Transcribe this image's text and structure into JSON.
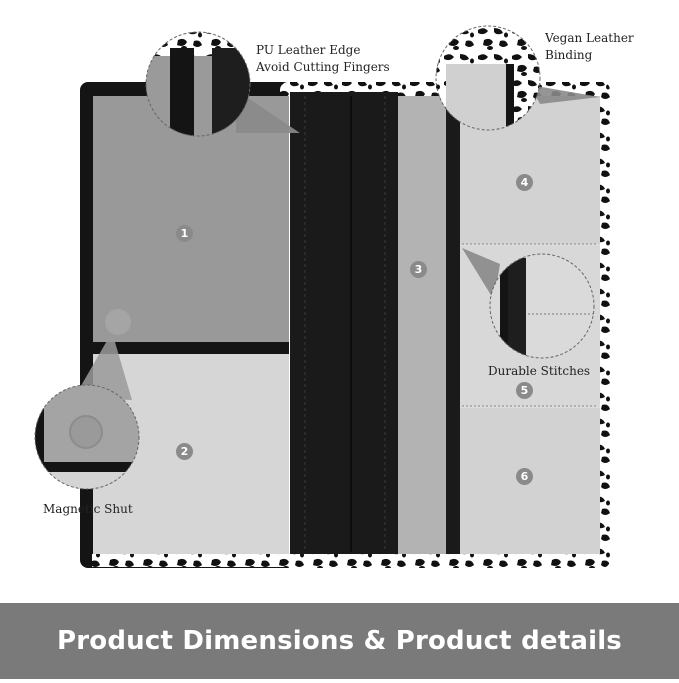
{
  "callouts": {
    "edge_line1": "PU Leather Edge",
    "edge_line2": "Avoid Cutting Fingers",
    "binding_line1": "Vegan Leather",
    "binding_line2": "Binding",
    "stitches": "Durable Stitches",
    "magnetic": "Magnetic Shut"
  },
  "pockets": [
    "1",
    "2",
    "3",
    "4",
    "5",
    "6"
  ],
  "banner": {
    "title": "Product Dimensions & Product details"
  },
  "colors": {
    "leather_black": "#141414",
    "pocket_dark": "#999999",
    "pocket_mid": "#b3b3b3",
    "pocket_light": "#d2d2d2",
    "number_badge": "#8a8a8a",
    "banner": "#7a7a7a"
  }
}
